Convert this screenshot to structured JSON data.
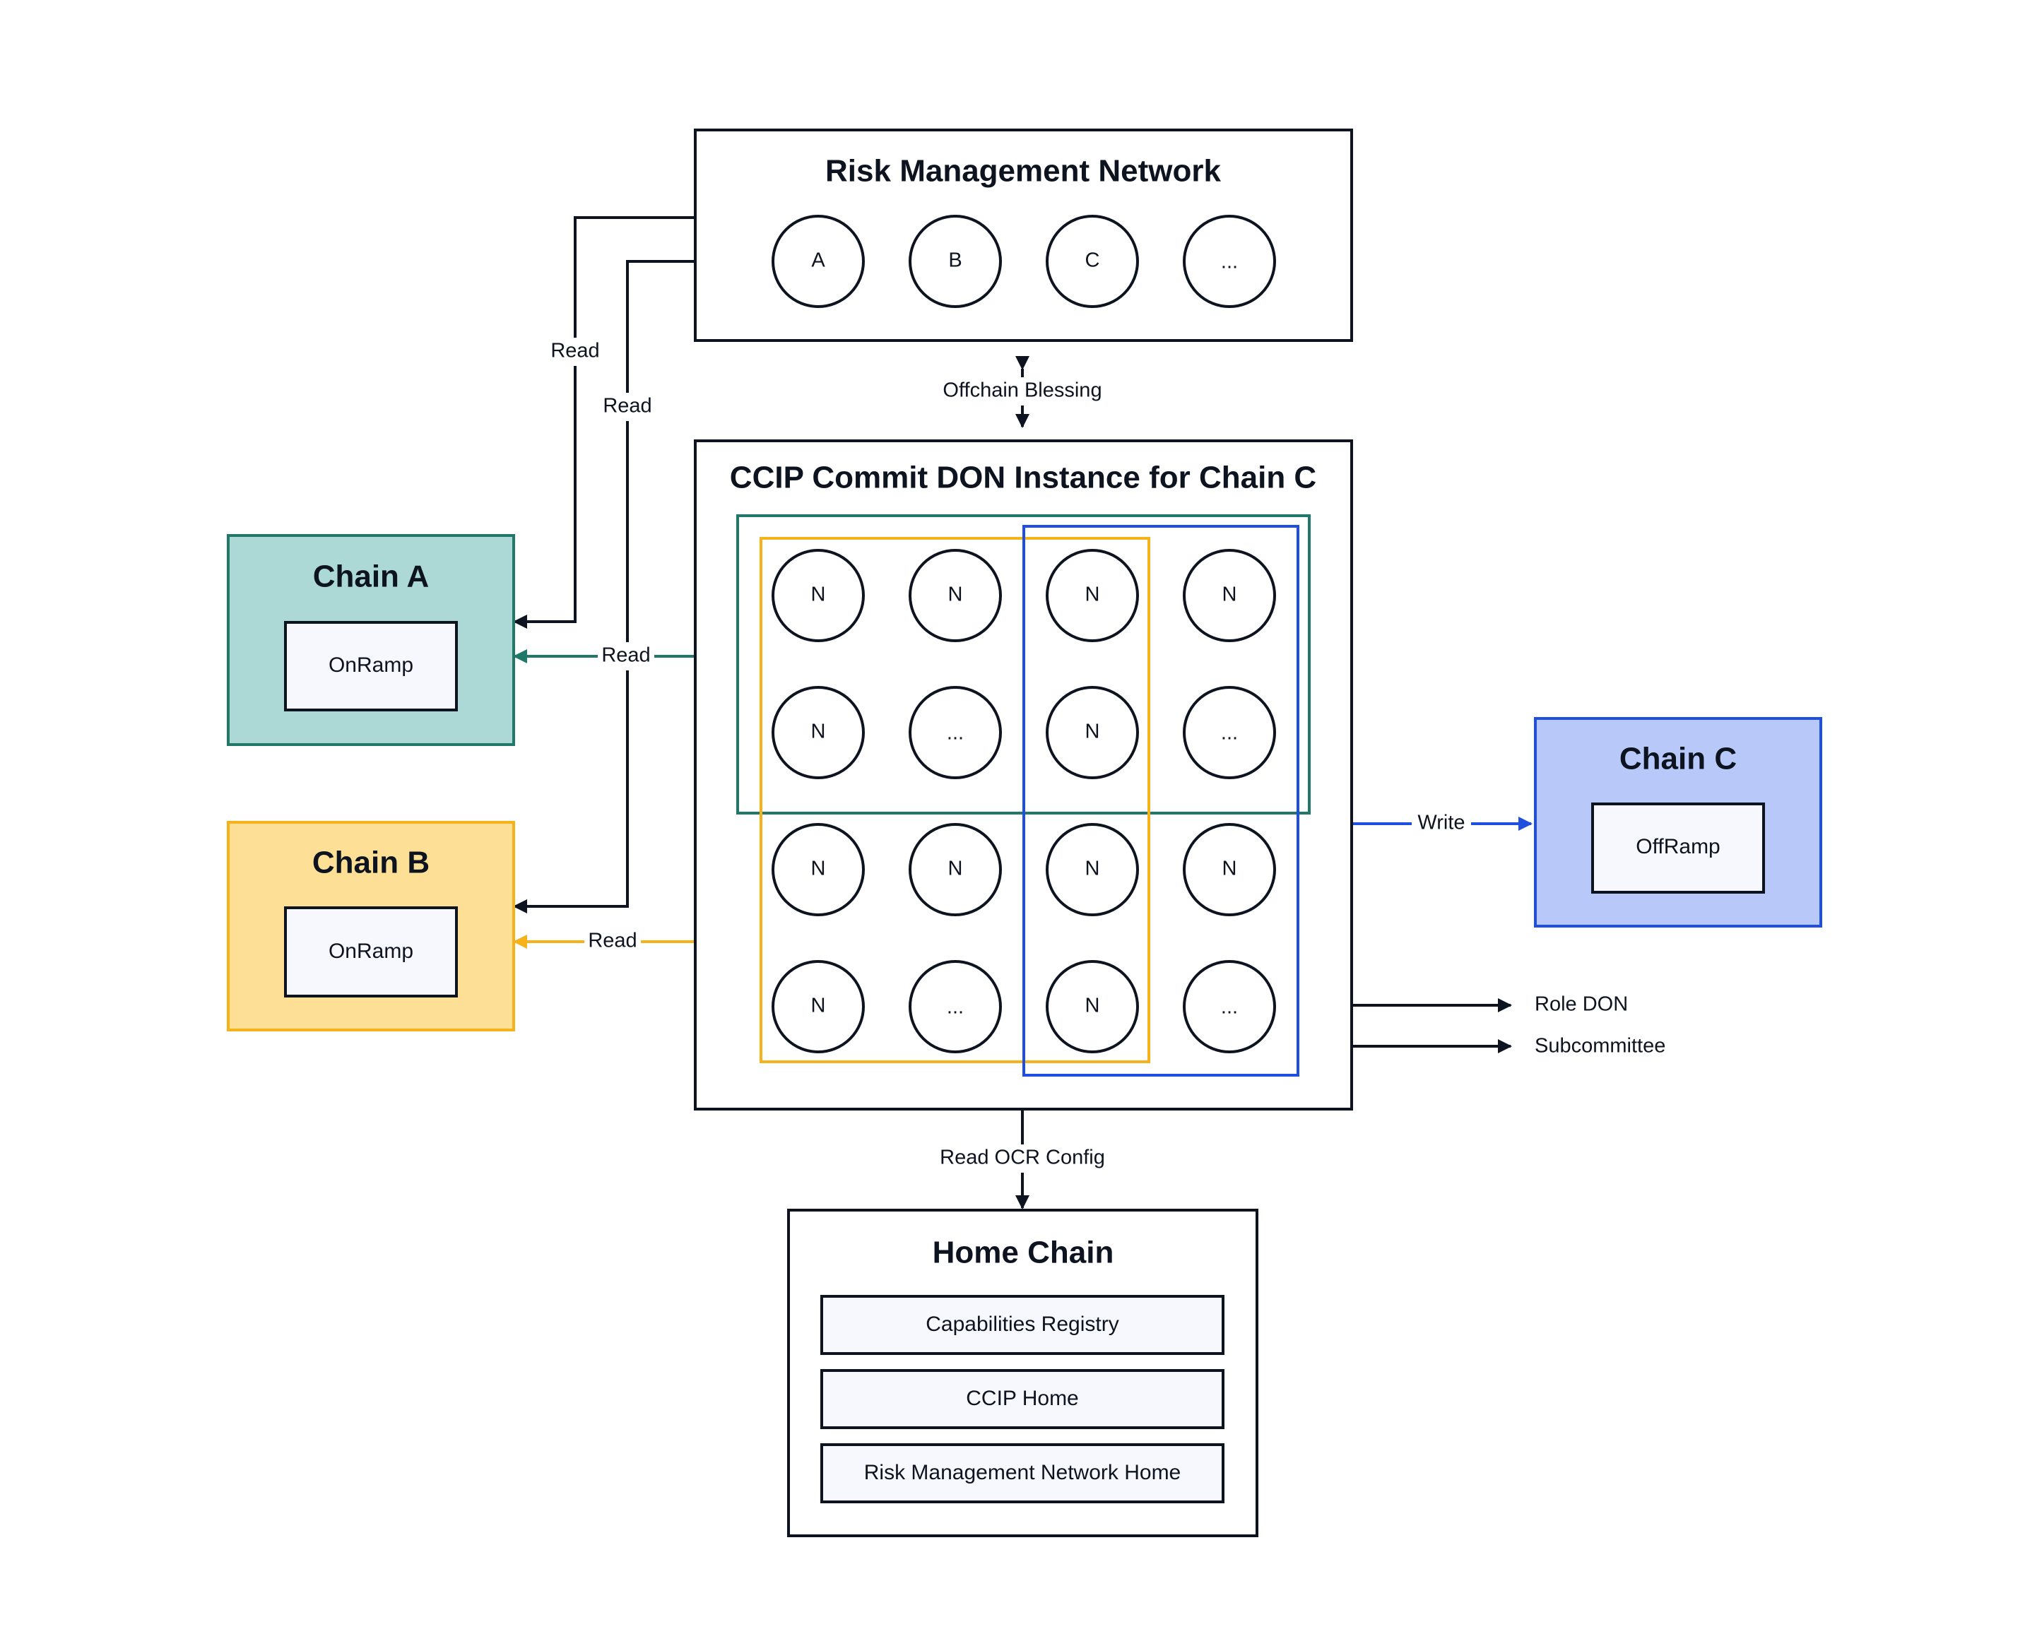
{
  "rmn": {
    "title": "Risk Management Network",
    "nodes": [
      "A",
      "B",
      "C",
      "..."
    ]
  },
  "commit_don": {
    "title": "CCIP Commit DON Instance for Chain C",
    "nodes": [
      [
        "N",
        "N",
        "N",
        "N"
      ],
      [
        "N",
        "...",
        "N",
        "..."
      ],
      [
        "N",
        "N",
        "N",
        "N"
      ],
      [
        "N",
        "...",
        "N",
        "..."
      ]
    ]
  },
  "chain_a": {
    "title": "Chain A",
    "component": "OnRamp"
  },
  "chain_b": {
    "title": "Chain B",
    "component": "OnRamp"
  },
  "chain_c": {
    "title": "Chain C",
    "component": "OffRamp"
  },
  "home_chain": {
    "title": "Home Chain",
    "components": [
      "Capabilities Registry",
      "CCIP Home",
      "Risk Management Network Home"
    ]
  },
  "edges": {
    "rmn_read_chain_a": "Read",
    "rmn_read_chain_b": "Read",
    "offchain_blessing": "Offchain Blessing",
    "read_chain_a": "Read",
    "read_chain_b": "Read",
    "write_chain_c": "Write",
    "read_ocr_config": "Read OCR Config"
  },
  "legend": {
    "role_don": "Role DON",
    "subcommittee": "Subcommittee"
  },
  "colors": {
    "chain_a_fill": "#acd9d5",
    "chain_a_stroke": "#217869",
    "chain_b_fill": "#fde095",
    "chain_b_stroke": "#f5b21a",
    "chain_c_fill": "#b8c8f9",
    "chain_c_stroke": "#1e4fe0",
    "inner_box_fill": "#f6f8fe",
    "line": "#0d1420"
  }
}
